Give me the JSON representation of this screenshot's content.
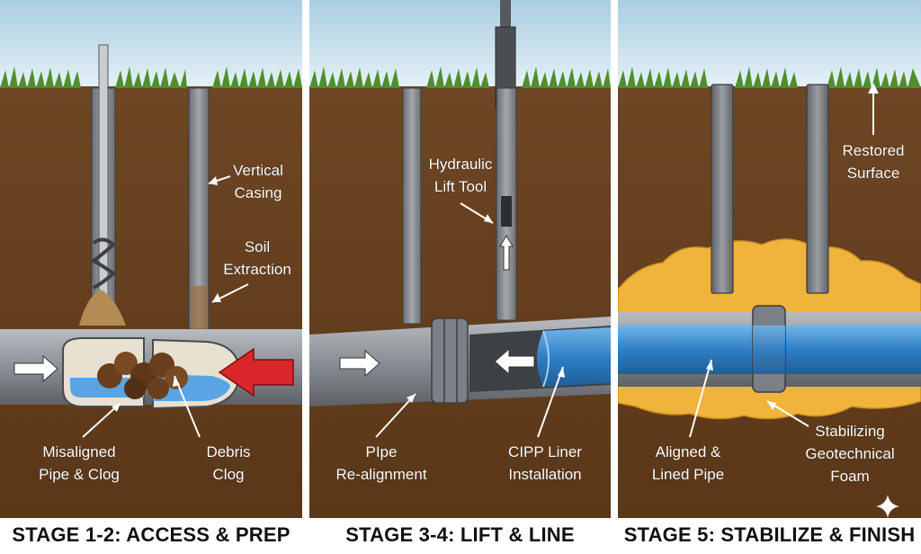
{
  "panels": [
    {
      "stage": "STAGE 1-2: ACCESS & PREP",
      "labels": {
        "vertical_casing": [
          "Vertical",
          "Casing"
        ],
        "soil_extraction": [
          "Soil",
          "Extraction"
        ],
        "misaligned_pipe": [
          "Misaligned",
          "Pipe & Clog"
        ],
        "debris_clog": [
          "Debris",
          "Clog"
        ]
      }
    },
    {
      "stage": "STAGE 3-4: LIFT & LINE",
      "labels": {
        "hydraulic_lift": [
          "Hydraulic",
          "Lift Tool"
        ],
        "pipe_realignment": [
          "PIpe",
          "Re-alignment"
        ],
        "cipp_liner": [
          "CIPP Liner",
          "Installation"
        ]
      }
    },
    {
      "stage": "STAGE 5: STABILIZE & FINISH",
      "labels": {
        "restored_surface": [
          "Restored",
          "Surface"
        ],
        "aligned_pipe": [
          "Aligned &",
          "Lined Pipe"
        ],
        "stabilizing_foam": [
          "Stabilizing",
          "Geotechnical",
          "Foam"
        ]
      }
    }
  ],
  "colors": {
    "sky": "#cfe3ef",
    "soil": "#6b4322",
    "grass": "#4e8f2c",
    "pipe": "#8e9399",
    "liner": "#2f7fc4",
    "foam": "#f0b43c",
    "flow_arrow": "#d8262a"
  }
}
